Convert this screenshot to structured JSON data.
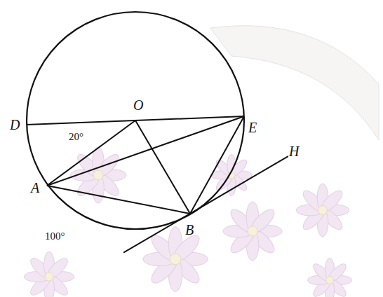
{
  "diagram": {
    "labels": [
      "D",
      "O",
      "E",
      "H",
      "A",
      "B",
      "20°",
      "100°"
    ]
  }
}
